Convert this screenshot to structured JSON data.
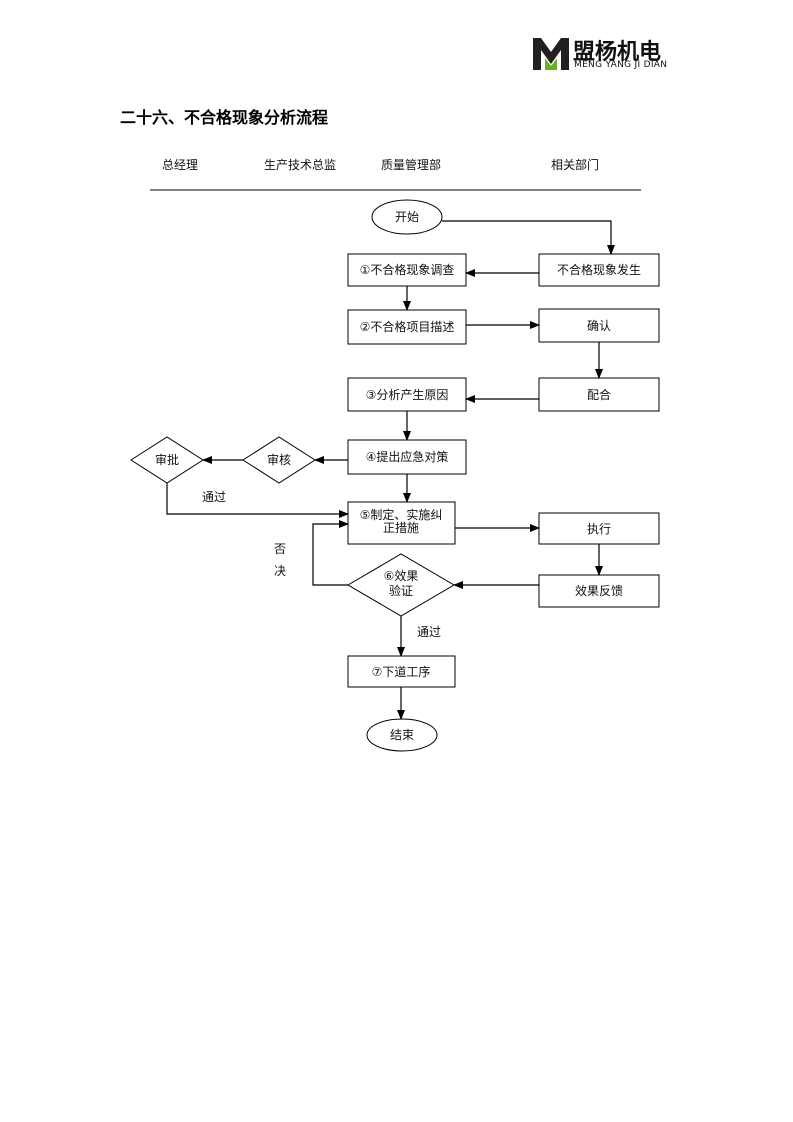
{
  "logo": {
    "name_cn": "盟杨机电",
    "name_en": "MENG YANG JI DIAN",
    "colors": {
      "dark": "#231f20",
      "accent": "#6ab023"
    }
  },
  "title": "二十六、不合格现象分析流程",
  "lanes": [
    "总经理",
    "生产技术总监",
    "质量管理部",
    "相关部门"
  ],
  "nodes": {
    "start": "开始",
    "occur": "不合格现象发生",
    "investigate": "①不合格现象调查",
    "describe": "②不合格项目描述",
    "confirm": "确认",
    "cooperate": "配合",
    "analyze": "③分析产生原因",
    "emergency": "④提出应急对策",
    "review": "审核",
    "approve": "审批",
    "corrective_line1": "⑤制定、实施纠",
    "corrective_line2": "正措施",
    "execute": "执行",
    "feedback": "效果反馈",
    "verify_line1": "⑥效果",
    "verify_line2": "验证",
    "next_process": "⑦下道工序",
    "end": "结束"
  },
  "edge_labels": {
    "approve_pass": "通过",
    "reject_line1": "否",
    "reject_line2": "决",
    "verify_pass": "通过"
  }
}
